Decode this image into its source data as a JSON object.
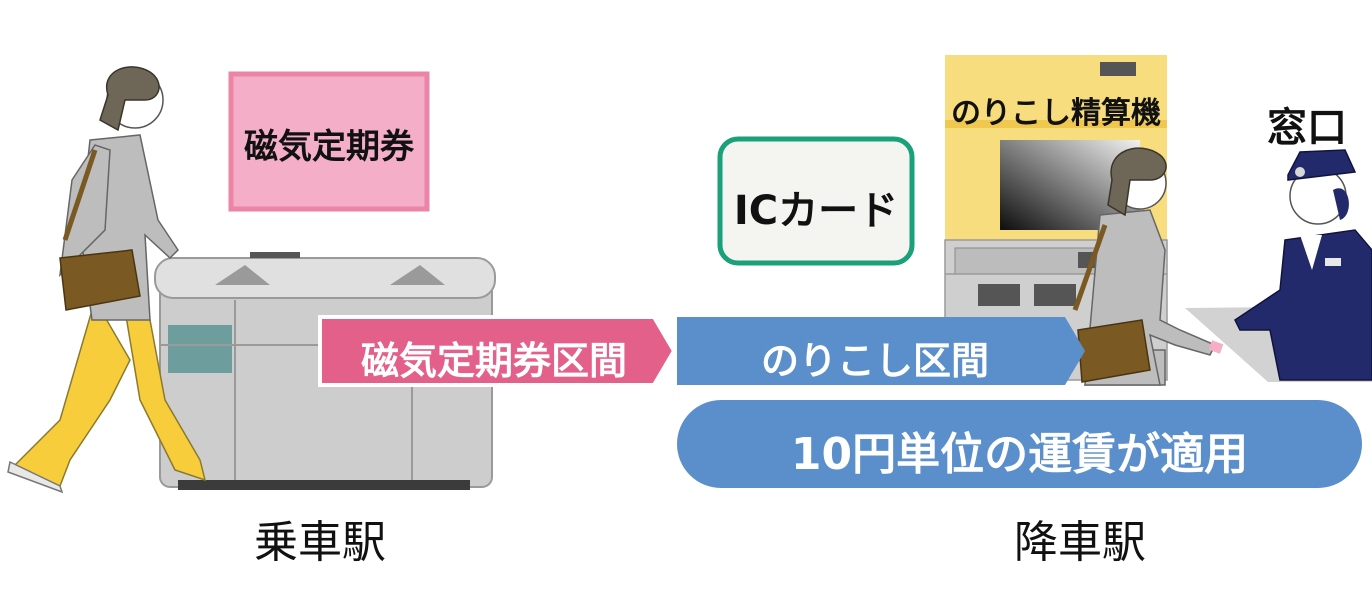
{
  "labels": {
    "magnetic_pass": "磁気定期券",
    "ic_card": "ICカード",
    "fare_adjust_machine": "のりこし精算機",
    "window": "窓口",
    "boarding_station": "乗車駅",
    "alighting_station": "降車駅"
  },
  "segments": {
    "pass_section": "磁気定期券区間",
    "override_section": "のりこし区間"
  },
  "note": "10円単位の運賃が適用",
  "colors": {
    "pink_box_fill": "#f4aec8",
    "pink_box_border": "#ec84a6",
    "pass_arrow": "#e3608a",
    "override_arrow": "#5b8fcb",
    "note_pill": "#5b8fcb",
    "ic_card_border": "#1aa17a",
    "ic_card_fill": "#f4f4f1",
    "machine_yellow": "#f8dd7e",
    "gate_gray": "#c8c8c8",
    "coat_gray": "#bdbdbd",
    "hair": "#6e6656",
    "pants_yellow": "#f7cd3c",
    "bag_brown": "#7a5a22",
    "uniform_navy": "#232a6b"
  }
}
